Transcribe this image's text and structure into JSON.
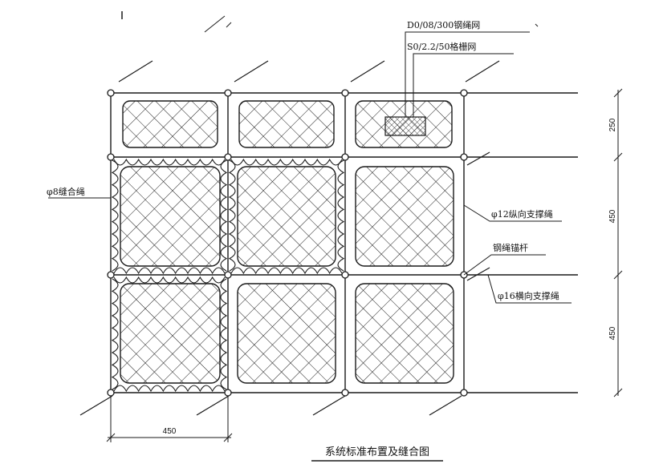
{
  "labels": {
    "wire_rope_net": "D0/08/300钢绳网",
    "grid_net": "S0/2.2/50格栅网",
    "stitch_rope": "φ8缝合绳",
    "longitudinal_rope": "φ12纵向支撑绳",
    "anchor_bolt": "钢绳锚杆",
    "transverse_rope": "φ16横向支撑绳"
  },
  "dimensions": {
    "row1_height": "250",
    "row2_height": "450",
    "row3_height": "450",
    "col_width": "450"
  },
  "caption": "系统标准布置及缝合图",
  "colors": {
    "line": "#1a1a1a",
    "background": "#ffffff"
  }
}
